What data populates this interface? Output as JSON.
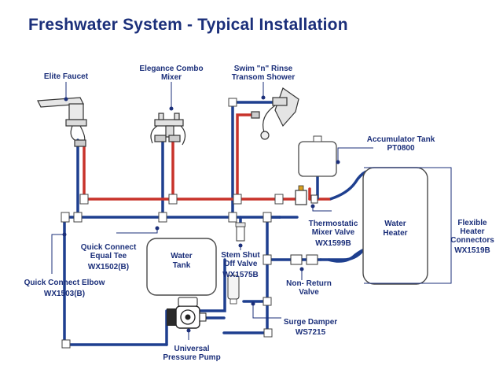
{
  "title": "Freshwater System - Typical Installation",
  "colors": {
    "title": "#1b2f7a",
    "hot_pipe": "#c8332b",
    "cold_pipe": "#1e3f8f",
    "tank_outline": "#4a4a4a"
  },
  "labels": {
    "elite_faucet": [
      "Elite Faucet"
    ],
    "elegance_combo_mixer": [
      "Elegance Combo",
      "Mixer"
    ],
    "swim_n_rinse": [
      "Swim \"n\" Rinse",
      "Transom Shower"
    ],
    "accumulator_tank": [
      "Accumulator Tank",
      "PT0800"
    ],
    "thermostatic_mixer_valve": [
      "Thermostatic",
      "Mixer Valve",
      "WX1599B"
    ],
    "flexible_heater_connectors": [
      "Flexible",
      "Heater",
      "Connectors",
      "WX1519B"
    ],
    "stem_shut_off_valve": [
      "Stem Shut",
      "Off Valve",
      "WX1575B"
    ],
    "quick_connect_equal_tee": [
      "Quick Connect",
      "Equal Tee",
      "WX1502(B)"
    ],
    "quick_connect_elbow": [
      "Quick Connect Elbow",
      "WX1503(B)"
    ],
    "non_return_valve": [
      "Non- Return",
      "Valve"
    ],
    "surge_damper": [
      "Surge Damper",
      "WS7215"
    ],
    "universal_pressure_pump": [
      "Universal",
      "Pressure Pump"
    ]
  },
  "tanks": {
    "water_tank": [
      "Water",
      "Tank"
    ],
    "water_heater": [
      "Water",
      "Heater"
    ]
  }
}
